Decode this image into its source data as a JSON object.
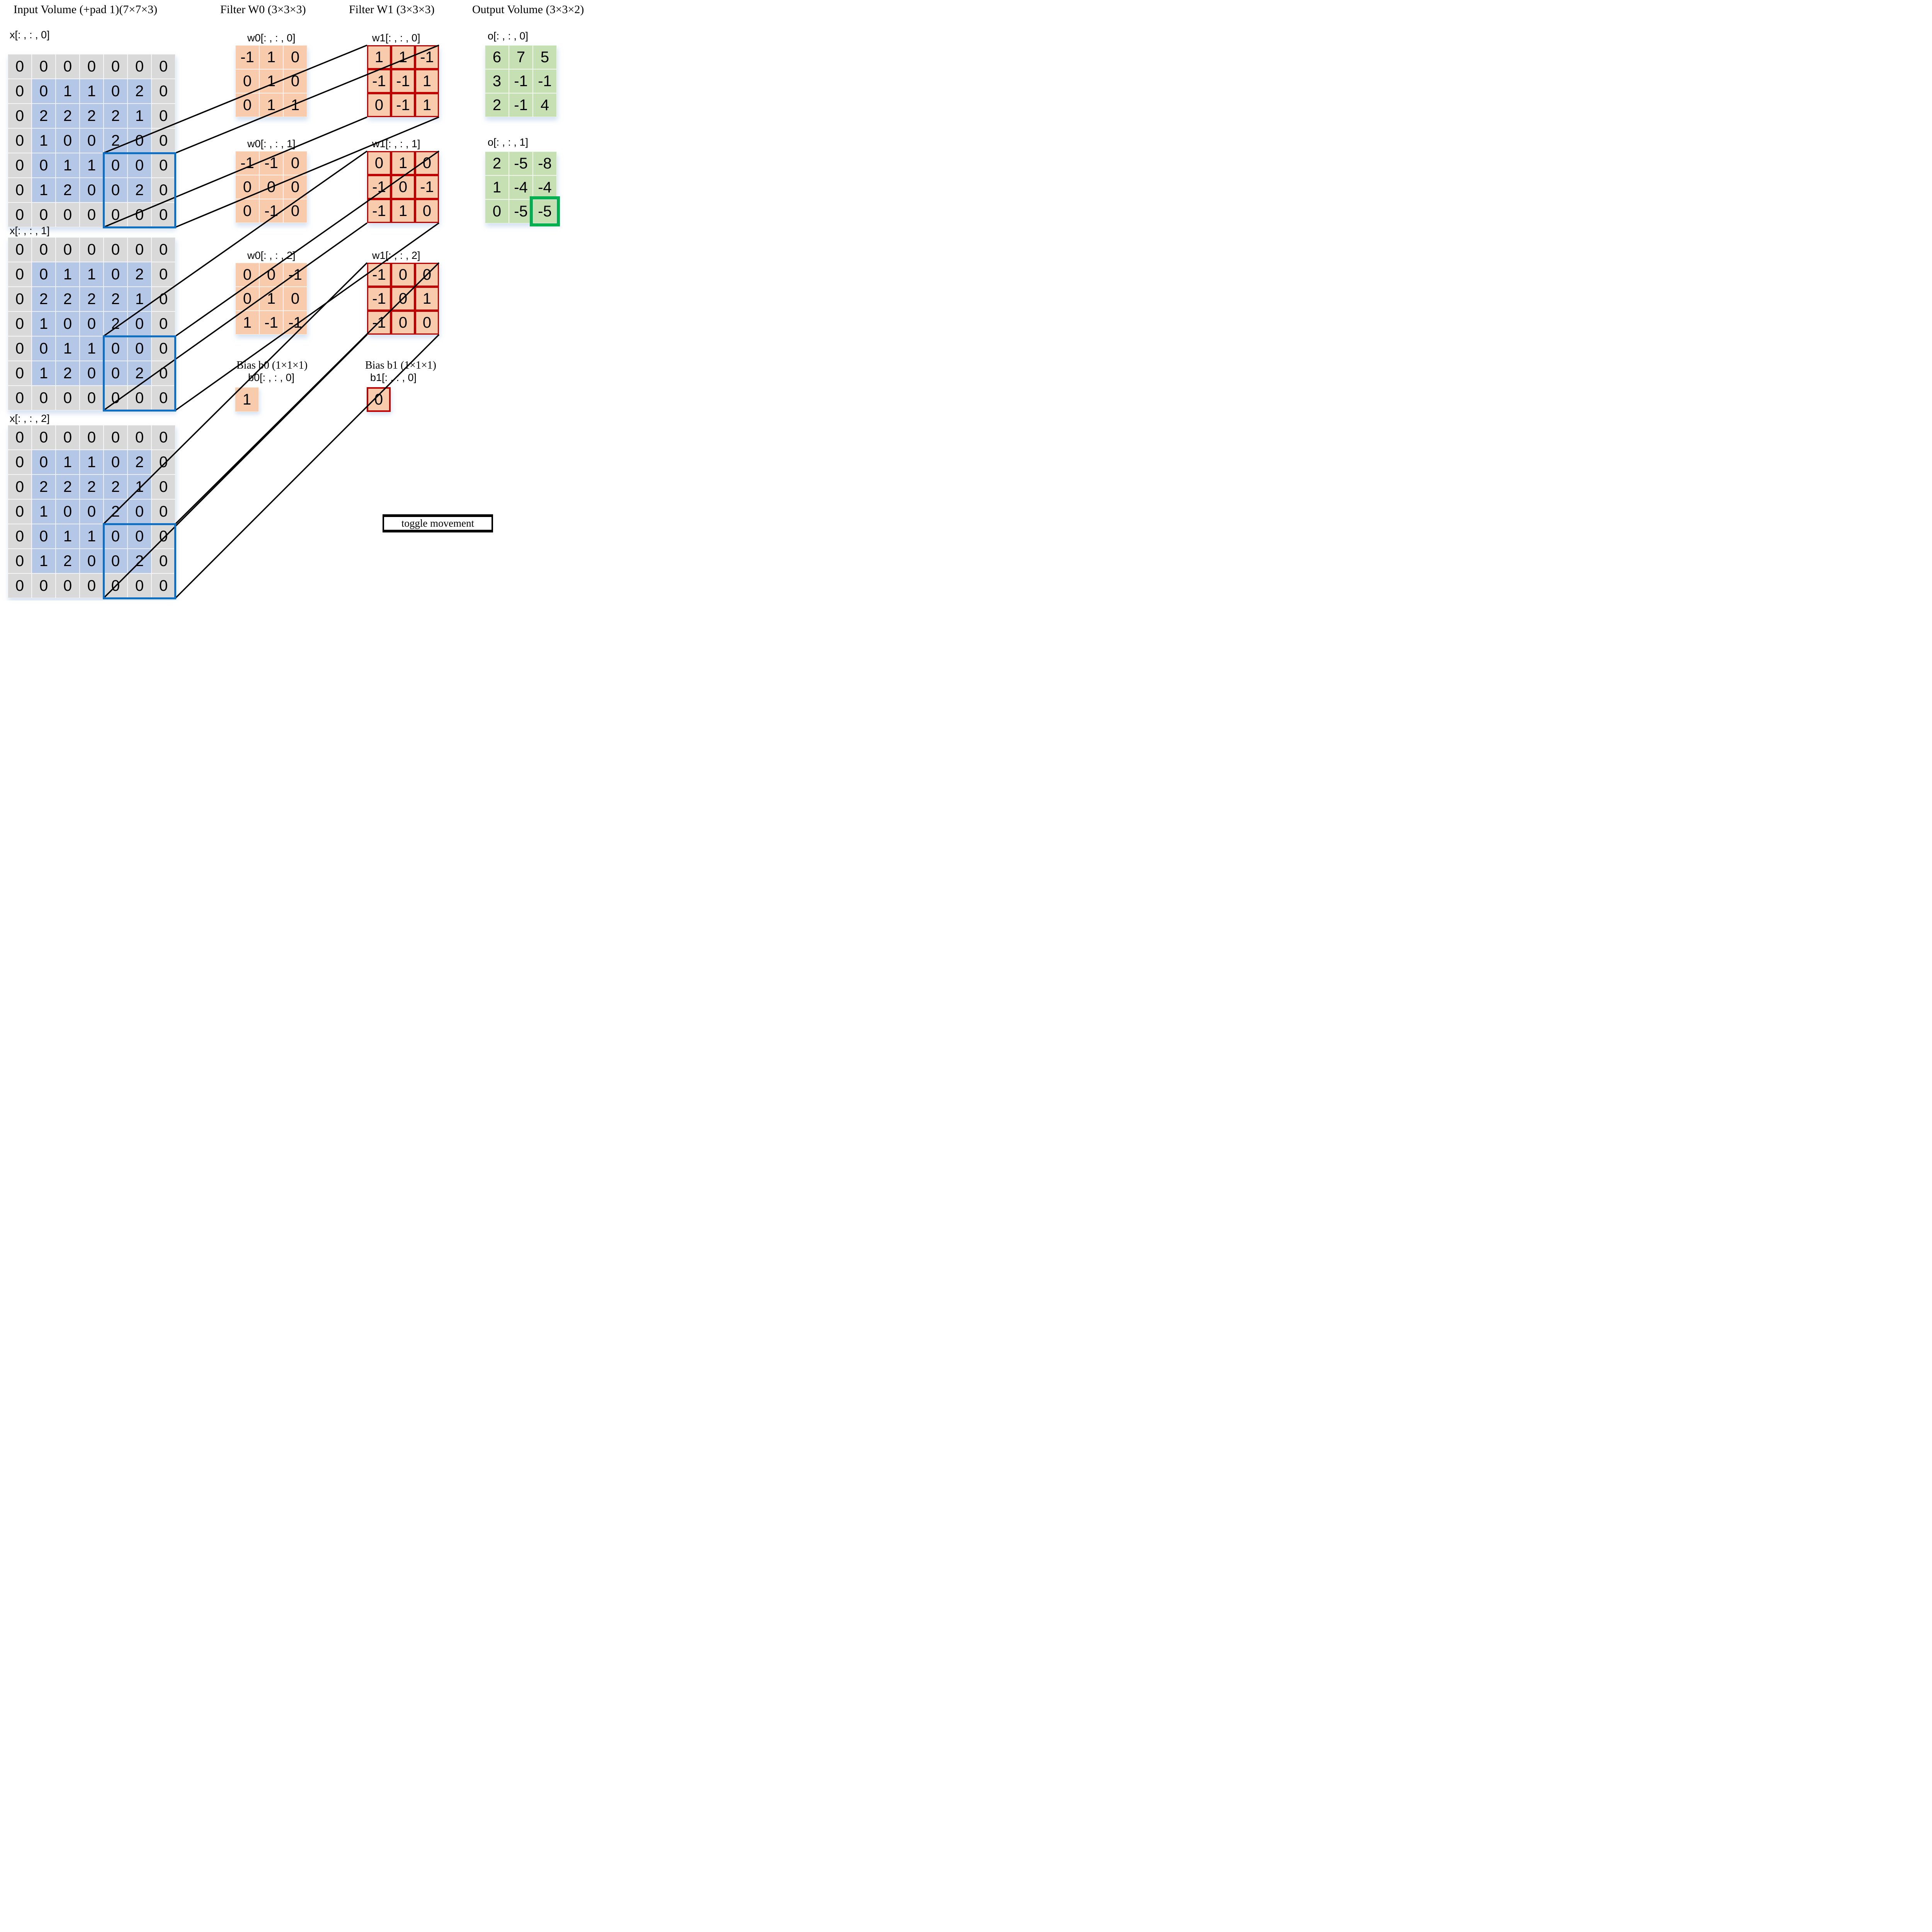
{
  "diagram": {
    "input": {
      "title": "Input Volume (+pad 1)(7×7×3)",
      "pad_color": "#d9d9d9",
      "inner_color": "#b4c7e7",
      "receptive_field_border_color": "#0e70c4",
      "slices": [
        {
          "label": "x[: , : , 0]",
          "rows": [
            [
              0,
              0,
              0,
              0,
              0,
              0,
              0
            ],
            [
              0,
              0,
              1,
              1,
              0,
              2,
              0
            ],
            [
              0,
              2,
              2,
              2,
              2,
              1,
              0
            ],
            [
              0,
              1,
              0,
              0,
              2,
              0,
              0
            ],
            [
              0,
              0,
              1,
              1,
              0,
              0,
              0
            ],
            [
              0,
              1,
              2,
              0,
              0,
              2,
              0
            ],
            [
              0,
              0,
              0,
              0,
              0,
              0,
              0
            ]
          ]
        },
        {
          "label": "x[: , : , 1]",
          "rows": [
            [
              0,
              0,
              0,
              0,
              0,
              0,
              0
            ],
            [
              0,
              0,
              1,
              1,
              0,
              2,
              0
            ],
            [
              0,
              2,
              2,
              2,
              2,
              1,
              0
            ],
            [
              0,
              1,
              0,
              0,
              2,
              0,
              0
            ],
            [
              0,
              0,
              1,
              1,
              0,
              0,
              0
            ],
            [
              0,
              1,
              2,
              0,
              0,
              2,
              0
            ],
            [
              0,
              0,
              0,
              0,
              0,
              0,
              0
            ]
          ]
        },
        {
          "label": "x[: , : , 2]",
          "rows": [
            [
              0,
              0,
              0,
              0,
              0,
              0,
              0
            ],
            [
              0,
              0,
              1,
              1,
              0,
              2,
              0
            ],
            [
              0,
              2,
              2,
              2,
              2,
              1,
              0
            ],
            [
              0,
              1,
              0,
              0,
              2,
              0,
              0
            ],
            [
              0,
              0,
              1,
              1,
              0,
              0,
              0
            ],
            [
              0,
              1,
              2,
              0,
              0,
              2,
              0
            ],
            [
              0,
              0,
              0,
              0,
              0,
              0,
              0
            ]
          ]
        }
      ]
    },
    "filter_w0": {
      "title": "Filter W0 (3×3×3)",
      "cell_color": "#f8cbad",
      "active": false,
      "slices": [
        {
          "label": "w0[: , : , 0]",
          "rows": [
            [
              -1,
              1,
              0
            ],
            [
              0,
              1,
              0
            ],
            [
              0,
              1,
              1
            ]
          ]
        },
        {
          "label": "w0[: , : , 1]",
          "rows": [
            [
              -1,
              -1,
              0
            ],
            [
              0,
              0,
              0
            ],
            [
              0,
              -1,
              0
            ]
          ]
        },
        {
          "label": "w0[: , : , 2]",
          "rows": [
            [
              0,
              0,
              -1
            ],
            [
              0,
              1,
              0
            ],
            [
              1,
              -1,
              -1
            ]
          ]
        }
      ]
    },
    "filter_w1": {
      "title": "Filter W1 (3×3×3)",
      "cell_color": "#f8cbad",
      "active": true,
      "active_border_color": "#c00000",
      "slices": [
        {
          "label": "w1[: , : , 0]",
          "rows": [
            [
              1,
              1,
              -1
            ],
            [
              -1,
              -1,
              1
            ],
            [
              0,
              -1,
              1
            ]
          ]
        },
        {
          "label": "w1[: , : , 1]",
          "rows": [
            [
              0,
              1,
              0
            ],
            [
              -1,
              0,
              -1
            ],
            [
              -1,
              1,
              0
            ]
          ]
        },
        {
          "label": "w1[: , : , 2]",
          "rows": [
            [
              -1,
              0,
              0
            ],
            [
              -1,
              0,
              1
            ],
            [
              -1,
              0,
              0
            ]
          ]
        }
      ]
    },
    "bias_b0": {
      "title": "Bias b0 (1×1×1)",
      "label": "b0[: , : , 0]",
      "value": 1,
      "active": false
    },
    "bias_b1": {
      "title": "Bias b1 (1×1×1)",
      "label": "b1[: , : , 0]",
      "value": 0,
      "active": true
    },
    "output": {
      "title": "Output Volume (3×3×2)",
      "cell_color": "#c6e0b4",
      "highlight_cell": {
        "slice": 1,
        "row": 2,
        "col": 2,
        "border_color": "#00b050"
      },
      "slices": [
        {
          "label": "o[: , : , 0]",
          "rows": [
            [
              6,
              7,
              5
            ],
            [
              3,
              -1,
              -1
            ],
            [
              2,
              -1,
              4
            ]
          ]
        },
        {
          "label": "o[: , : , 1]",
          "rows": [
            [
              2,
              -5,
              -8
            ],
            [
              1,
              -4,
              -4
            ],
            [
              0,
              -5,
              -5
            ]
          ]
        }
      ]
    },
    "controls": {
      "toggle_button": "toggle movement"
    },
    "line_color": "#000000"
  }
}
